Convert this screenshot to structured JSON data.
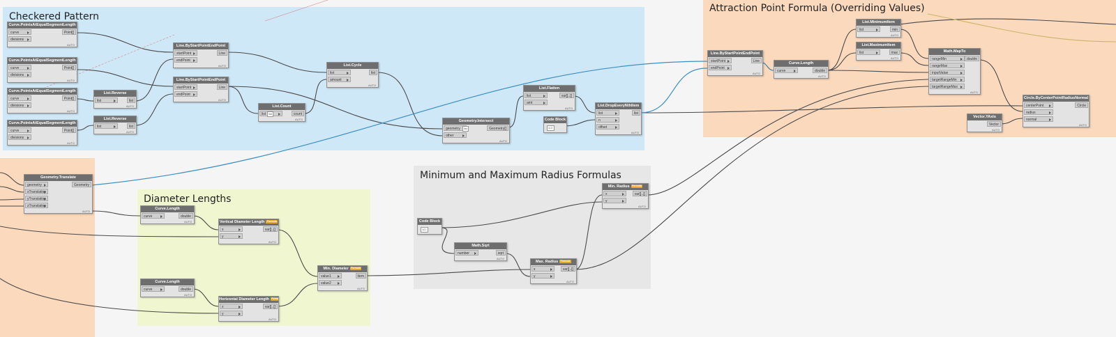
{
  "groups": [
    {
      "id": "checkered",
      "title": "Checkered Pattern",
      "color": "#cfe8f7"
    },
    {
      "id": "attraction",
      "title": "Attraction Point Formula (Overriding Values)",
      "color": "#fbd9bd"
    },
    {
      "id": "leftstub",
      "title": "",
      "color": "#fbd9bd"
    },
    {
      "id": "diameter",
      "title": "Diameter Lengths",
      "color": "#f0f6d0"
    },
    {
      "id": "minmax",
      "title": "Minimum and Maximum Radius Formulas",
      "color": "#e7e7e7"
    }
  ],
  "nodes": [
    {
      "id": "n1",
      "title": "Curve.PointsAtEqualSegmentLength",
      "inputs": [
        "curve",
        "divisions"
      ],
      "outputs": [
        "Point[]"
      ],
      "footer": "AUTO"
    },
    {
      "id": "n2",
      "title": "Curve.PointsAtEqualSegmentLength",
      "inputs": [
        "curve",
        "divisions"
      ],
      "outputs": [
        "Point[]"
      ],
      "footer": "AUTO"
    },
    {
      "id": "n3",
      "title": "Curve.PointsAtEqualSegmentLength",
      "inputs": [
        "curve",
        "divisions"
      ],
      "outputs": [
        "Point[]"
      ],
      "footer": "AUTO"
    },
    {
      "id": "n4",
      "title": "Curve.PointsAtEqualSegmentLength",
      "inputs": [
        "curve",
        "divisions"
      ],
      "outputs": [
        "Point[]"
      ],
      "footer": "AUTO"
    },
    {
      "id": "n5",
      "title": "List.Reverse",
      "inputs": [
        "list"
      ],
      "outputs": [
        "list"
      ],
      "footer": "AUTO"
    },
    {
      "id": "n6",
      "title": "List.Reverse",
      "inputs": [
        "list"
      ],
      "outputs": [
        "list"
      ],
      "footer": "AUTO"
    },
    {
      "id": "n7",
      "title": "Line.ByStartPointEndPoint",
      "inputs": [
        "startPoint",
        "endPoint"
      ],
      "outputs": [
        "Line"
      ],
      "footer": "AUTO"
    },
    {
      "id": "n8",
      "title": "Line.ByStartPointEndPoint",
      "inputs": [
        "startPoint",
        "endPoint"
      ],
      "outputs": [
        "Line"
      ],
      "footer": "AUTO"
    },
    {
      "id": "n9",
      "title": "List.Count",
      "inputs": [
        "list"
      ],
      "outputs": [
        "count"
      ],
      "footer": "AUTO"
    },
    {
      "id": "n10",
      "title": "List.Cycle",
      "inputs": [
        "list",
        "amount"
      ],
      "outputs": [
        "list"
      ],
      "footer": "AUTO"
    },
    {
      "id": "n11",
      "title": "Geometry.Intersect",
      "inputs": [
        "geometry",
        "other"
      ],
      "outputs": [
        "Geometry[]"
      ],
      "footer": "AUTO"
    },
    {
      "id": "n12",
      "title": "List.Flatten",
      "inputs": [
        "list",
        "amt"
      ],
      "outputs": [
        "var[]..[]"
      ],
      "footer": "AUTO"
    },
    {
      "id": "n13",
      "title": "Code Block",
      "inputs": [],
      "outputs": [],
      "footer": ""
    },
    {
      "id": "n14",
      "title": "List.DropEveryNthItem",
      "inputs": [
        "list",
        "n",
        "offset"
      ],
      "outputs": [
        "list"
      ],
      "footer": "AUTO"
    },
    {
      "id": "n15",
      "title": "Line.ByStartPointEndPoint",
      "inputs": [
        "startPoint",
        "endPoint"
      ],
      "outputs": [
        "Line"
      ],
      "footer": "AUTO"
    },
    {
      "id": "n16",
      "title": "Curve.Length",
      "inputs": [
        "curve"
      ],
      "outputs": [
        "double"
      ],
      "footer": "AUTO"
    },
    {
      "id": "n17",
      "title": "List.MinimumItem",
      "inputs": [
        "list"
      ],
      "outputs": [
        "min"
      ],
      "footer": "AUTO"
    },
    {
      "id": "n18",
      "title": "List.MaximumItem",
      "inputs": [
        "list"
      ],
      "outputs": [
        "max"
      ],
      "footer": "AUTO"
    },
    {
      "id": "n19",
      "title": "Math.MapTo",
      "inputs": [
        "rangeMin",
        "rangeMax",
        "inputValue",
        "targetRangeMin",
        "targetRangeMax"
      ],
      "outputs": [
        "double"
      ],
      "footer": "AUTO"
    },
    {
      "id": "n20",
      "title": "Circle.ByCenterPointRadiusNormal",
      "inputs": [
        "centerPoint",
        "radius",
        "normal"
      ],
      "outputs": [
        "Circle"
      ],
      "footer": "AUTO"
    },
    {
      "id": "n21",
      "title": "Vector.YAxis",
      "inputs": [],
      "outputs": [
        "Vector"
      ],
      "footer": "AUTO"
    },
    {
      "id": "n22",
      "title": "Geometry.Translate",
      "inputs": [
        "geometry",
        "xTranslation",
        "yTranslation",
        "zTranslation"
      ],
      "outputs": [
        "Geometry"
      ],
      "footer": "AUTO"
    },
    {
      "id": "n23",
      "title": "Curve.Length",
      "inputs": [
        "curve"
      ],
      "outputs": [
        "double"
      ],
      "footer": "AUTO"
    },
    {
      "id": "n24",
      "title": "Curve.Length",
      "inputs": [
        "curve"
      ],
      "outputs": [
        "double"
      ],
      "footer": "AUTO"
    },
    {
      "id": "n25",
      "title": "Vertical Diameter Length",
      "badge": "Formula",
      "inputs": [
        "x",
        "y"
      ],
      "outputs": [
        "var[]..[]"
      ],
      "footer": "AUTO"
    },
    {
      "id": "n26",
      "title": "Horizontal Diameter Length",
      "badge": "Formula",
      "inputs": [
        "x",
        "y"
      ],
      "outputs": [
        "var[]..[]"
      ],
      "footer": "AUTO"
    },
    {
      "id": "n27",
      "title": "Min. Diameter",
      "badge": "Formula",
      "inputs": [
        "value1",
        "value2"
      ],
      "outputs": [
        "item"
      ],
      "footer": "AUTO"
    },
    {
      "id": "n28",
      "title": "Code Block",
      "inputs": [],
      "outputs": [],
      "footer": ""
    },
    {
      "id": "n29",
      "title": "Math.Sqrt",
      "inputs": [
        "number"
      ],
      "outputs": [
        "sqrt"
      ],
      "footer": "AUTO"
    },
    {
      "id": "n30",
      "title": "Max. Radius",
      "badge": "Formula",
      "inputs": [
        "x",
        "y"
      ],
      "outputs": [
        "var[]..[]"
      ],
      "footer": "AUTO"
    },
    {
      "id": "n31",
      "title": "Min. Radius",
      "badge": "Formula",
      "inputs": [
        "x",
        "y"
      ],
      "outputs": [
        "var[]..[]"
      ],
      "footer": "AUTO"
    }
  ],
  "inline": {
    "list_count_use": "list",
    "code_block_1": "1;2;",
    "code_block_2": "1/2;",
    "geometry_list": "list"
  },
  "colors": {
    "wire": "#4a4a4a",
    "wire_selected": "#3a8fc2",
    "node_title": "#6e6e6e"
  }
}
